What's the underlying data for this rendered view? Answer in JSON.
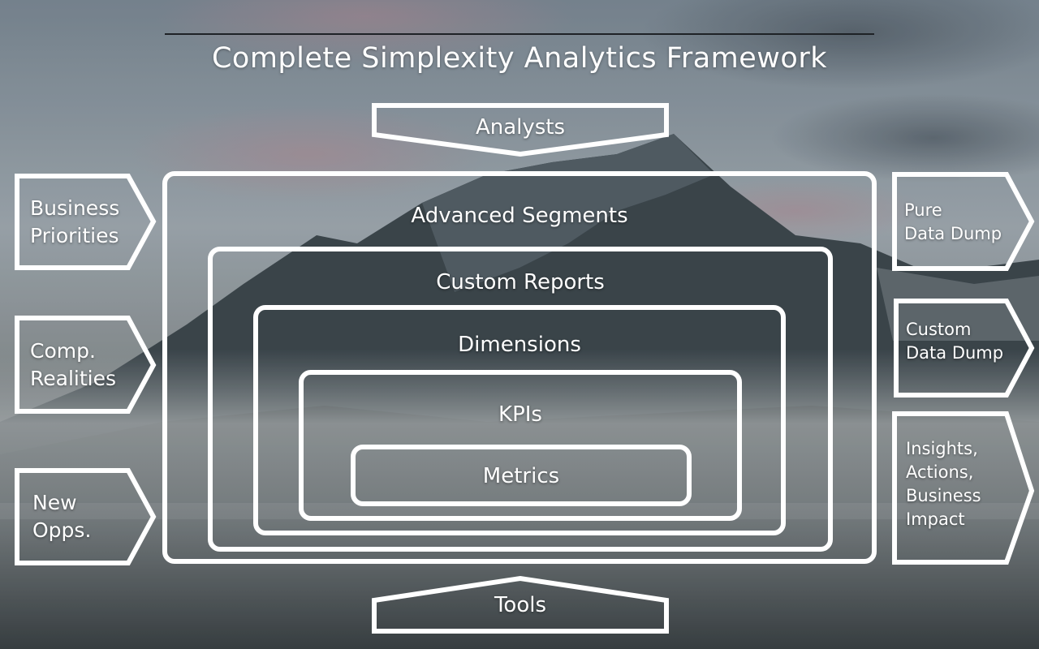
{
  "title": "Complete Simplexity Analytics Framework",
  "top_arrow": "Analysts",
  "bottom_arrow": "Tools",
  "nested_boxes": {
    "outer": "Advanced Segments",
    "second": "Custom Reports",
    "third": "Dimensions",
    "fourth": "KPIs",
    "inner": "Metrics"
  },
  "left_inputs": [
    "Business\nPriorities",
    "Comp.\nRealities",
    "New\nOpps."
  ],
  "right_outputs": [
    "Pure\nData Dump",
    "Custom\nData Dump",
    "Insights,\nActions,\nBusiness\nImpact"
  ]
}
